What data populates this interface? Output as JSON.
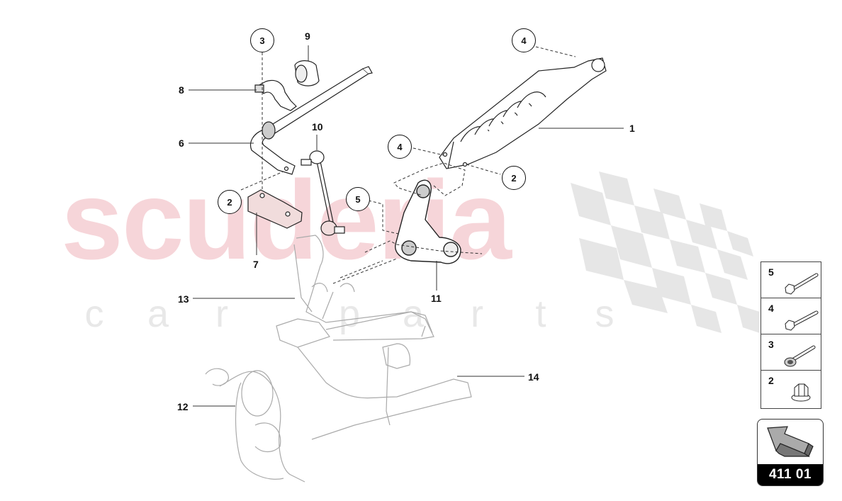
{
  "watermark": {
    "brand": "scuderia",
    "sub_letters": [
      "c",
      "a",
      "r",
      "",
      "p",
      "a",
      "r",
      "t",
      "s"
    ],
    "brand_color": "#f6d5d9",
    "sub_color": "#e8e8e8"
  },
  "diagram": {
    "title_code": "411 01",
    "callouts": [
      {
        "id": "1",
        "label": "1",
        "part": "shock-absorber-coilover"
      },
      {
        "id": "6",
        "label": "6",
        "part": "stabilizer-bar"
      },
      {
        "id": "7",
        "label": "7",
        "part": "stabilizer-bracket"
      },
      {
        "id": "8",
        "label": "8",
        "part": "stabilizer-clamp"
      },
      {
        "id": "9",
        "label": "9",
        "part": "stabilizer-bushing"
      },
      {
        "id": "10",
        "label": "10",
        "part": "stabilizer-link"
      },
      {
        "id": "11",
        "label": "11",
        "part": "rocker-arm"
      },
      {
        "id": "12",
        "label": "12",
        "part": "wheel-carrier"
      },
      {
        "id": "13",
        "label": "13",
        "part": "upper-control-arm"
      },
      {
        "id": "14",
        "label": "14",
        "part": "lower-control-arm"
      }
    ],
    "circle_callouts": [
      {
        "label": "3"
      },
      {
        "label": "4"
      },
      {
        "label": "4"
      },
      {
        "label": "2"
      },
      {
        "label": "2"
      },
      {
        "label": "5"
      }
    ]
  },
  "legend": {
    "items": [
      {
        "num": "5",
        "icon": "long-hex-bolt"
      },
      {
        "num": "4",
        "icon": "hex-bolt"
      },
      {
        "num": "3",
        "icon": "flange-bolt"
      },
      {
        "num": "2",
        "icon": "hex-nut"
      }
    ]
  },
  "nav": {
    "code": "411 01",
    "icon": "back-arrow"
  }
}
